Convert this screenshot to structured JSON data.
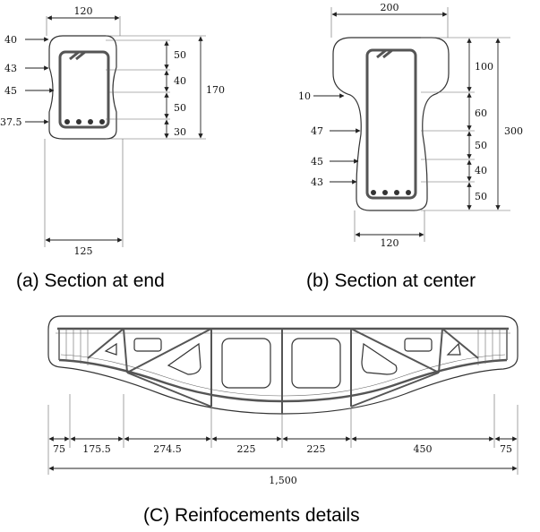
{
  "section_a": {
    "top_width": "120",
    "bottom_width": "125",
    "height": "170",
    "left_dims": [
      "40",
      "43",
      "45",
      "37.5"
    ],
    "right_dims": [
      "50",
      "40",
      "50",
      "30"
    ],
    "caption": "(a)  Section  at  end"
  },
  "section_b": {
    "top_width": "200",
    "bottom_width": "120",
    "height": "300",
    "left_dims": [
      "10",
      "47",
      "45",
      "43"
    ],
    "right_dims": [
      "100",
      "60",
      "50",
      "40",
      "50"
    ],
    "caption": "(b)  Section  at  center"
  },
  "section_c": {
    "segments": [
      "75",
      "175.5",
      "274.5",
      "225",
      "225",
      "450",
      "75"
    ],
    "total": "1,500",
    "caption": "(C)  Reinfocements  details"
  }
}
